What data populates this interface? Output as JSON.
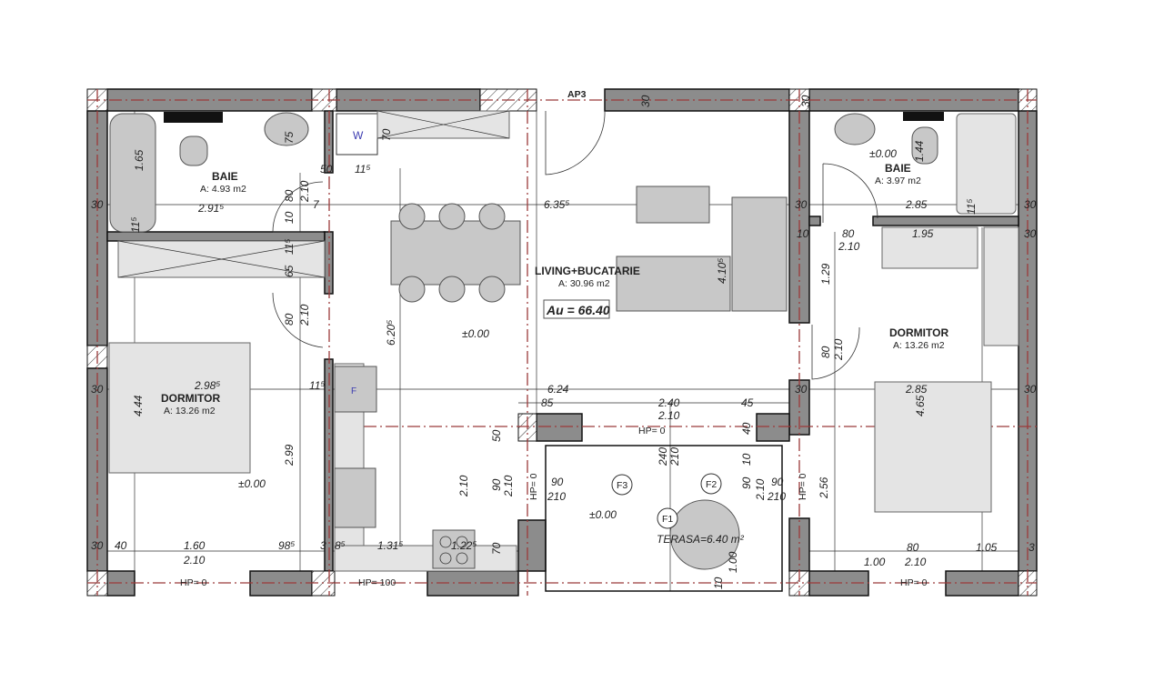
{
  "apartment_label": "AP3",
  "total_area": "Au = 66.40",
  "rooms": {
    "baie_left": {
      "name": "BAIE",
      "area": "A: 4.93 m2"
    },
    "living": {
      "name": "LIVING+BUCATARIE",
      "area": "A: 30.96 m2"
    },
    "baie_right": {
      "name": "BAIE",
      "area": "A: 3.97 m2"
    },
    "dormitor_right": {
      "name": "DORMITOR",
      "area": "A: 13.26 m2"
    },
    "dormitor_left": {
      "name": "DORMITOR",
      "area": "A: 13.26 m2"
    },
    "terasa": {
      "name": "TERASA=6.40 m²"
    }
  },
  "appliances": {
    "washer": "W",
    "fridge": "F"
  },
  "levels": [
    "±0.00",
    "±0.00",
    "±0.00",
    "±0.00"
  ],
  "tags": [
    "F1",
    "F2",
    "F3"
  ],
  "sill_heights": [
    "HP= 0",
    "HP= 100",
    "HP= 0",
    "HP= 0",
    "HP= 0",
    "HP= 0"
  ],
  "dimensions": [
    "30",
    "1.65",
    "2.91⁵",
    "80",
    "2.10",
    "10",
    "7",
    "50",
    "11⁵",
    "70",
    "75",
    "11⁵",
    "11⁵",
    "65",
    "80",
    "2.10",
    "6.20⁵",
    "6.35⁵",
    "4.10⁵",
    "30",
    "30",
    "30",
    "2.85",
    "30",
    "10",
    "80",
    "2.10",
    "1.95",
    "30",
    "1.44",
    "11⁵",
    "1.29",
    "80",
    "2.10",
    "30",
    "2.98⁵",
    "11⁵",
    "4.44",
    "2.99",
    "30",
    "40",
    "1.60",
    "2.10",
    "98⁵",
    "3",
    "8⁵",
    "1.31⁵",
    "1.22⁵",
    "70",
    "50",
    "90",
    "2.10",
    "2.10",
    "6.24",
    "85",
    "2.40",
    "2.10",
    "45",
    "40",
    "240",
    "210",
    "10",
    "90",
    "210",
    "90",
    "2.10",
    "90",
    "210",
    "2.56",
    "1.00",
    "10",
    "30",
    "2.85",
    "30",
    "4.65",
    "80",
    "1.00",
    "2.10",
    "1.05",
    "3"
  ],
  "colors": {
    "wall": "#8c8c8c",
    "axis": "#9b3a3a",
    "furniture": "#c8c8c8"
  }
}
